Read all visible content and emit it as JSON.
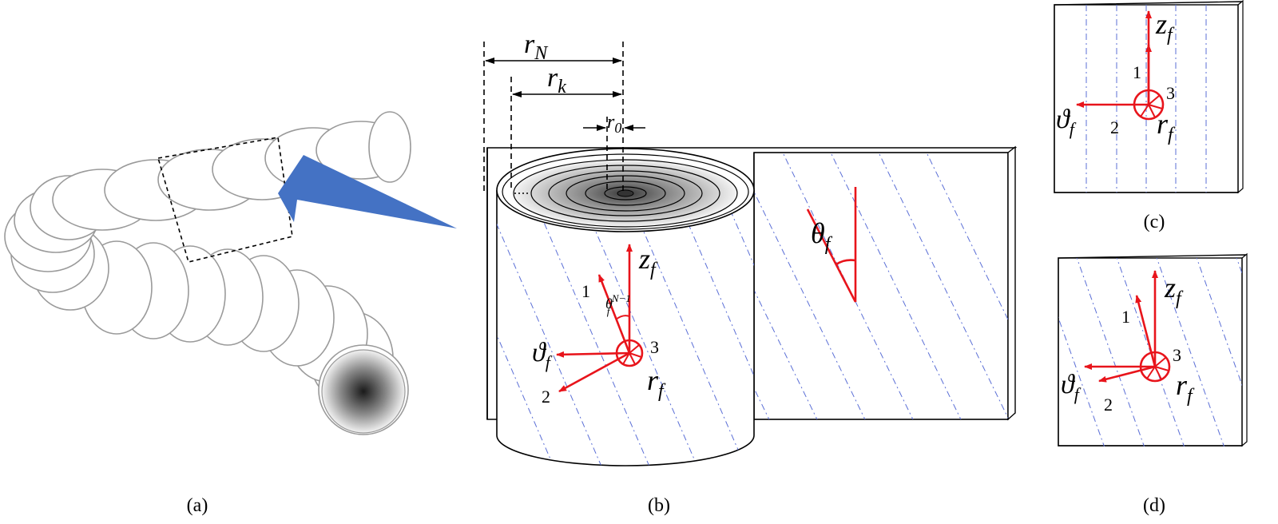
{
  "panels": {
    "a": {
      "caption": "(a)"
    },
    "b": {
      "caption": "(b)",
      "radius_labels": {
        "r_N": "r",
        "r_N_sub": "N",
        "r_k": "r",
        "r_k_sub": "k",
        "r_0": "r",
        "r_0_sub": "0"
      },
      "angle_label": {
        "base": "θ",
        "sub": "f"
      },
      "local_angle": {
        "base": "θ",
        "sub": "f",
        "sup": "N−1"
      },
      "axes": {
        "z": {
          "base": "z",
          "sub": "f"
        },
        "theta": {
          "base": "ϑ",
          "sub": "f"
        },
        "r": {
          "base": "r",
          "sub": "f"
        },
        "dir_1": "1",
        "dir_2": "2",
        "dir_3": "3"
      }
    },
    "c": {
      "caption": "(c)",
      "axes": {
        "z": {
          "base": "z",
          "sub": "f"
        },
        "theta": {
          "base": "ϑ",
          "sub": "f"
        },
        "r": {
          "base": "r",
          "sub": "f"
        },
        "dir_1": "1",
        "dir_2": "2",
        "dir_3": "3"
      }
    },
    "d": {
      "caption": "(d)",
      "axes": {
        "z": {
          "base": "z",
          "sub": "f"
        },
        "theta": {
          "base": "ϑ",
          "sub": "f"
        },
        "r": {
          "base": "r",
          "sub": "f"
        },
        "dir_1": "1",
        "dir_2": "2",
        "dir_3": "3"
      }
    }
  },
  "colors": {
    "axis_red": "#e8141b",
    "arrow_blue": "#4472c4",
    "fiber_blue": "#5b6fd6",
    "outline_gray": "#9a9a9a"
  }
}
